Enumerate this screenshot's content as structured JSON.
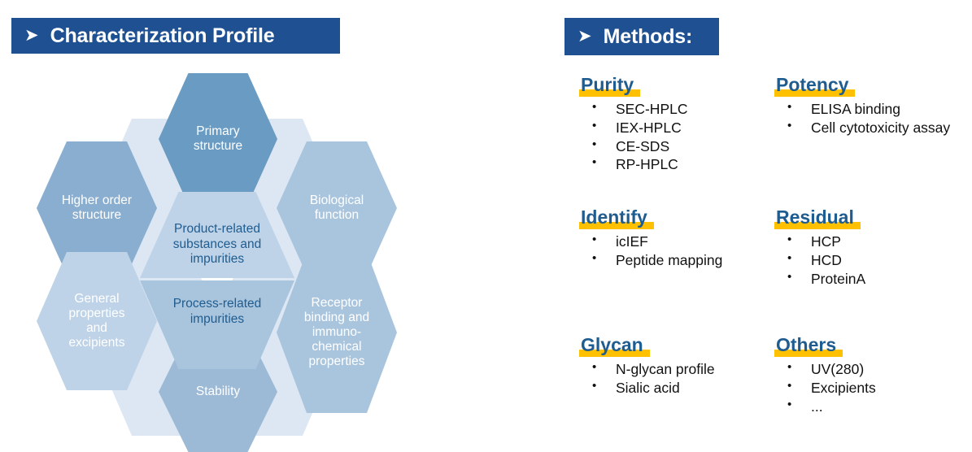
{
  "banners": {
    "profile": {
      "arrow_icon": "arrow-right-icon",
      "title": "Characterization Profile"
    },
    "methods": {
      "arrow_icon": "arrow-right-icon",
      "title": "Methods:"
    }
  },
  "colors": {
    "banner_blue": "#1f5091",
    "title_blue": "#1f5c8f",
    "highlight_yellow": "#ffc000",
    "hex_dark": "#6a9bc3",
    "hex_mid": "#8fb4d4",
    "hex_light": "#a9c5de",
    "hex_lighter": "#bed3e7",
    "hex_filler": "#dde7f3"
  },
  "diagram": {
    "name": "characterization-profile-hexagons",
    "outer_hexagons": [
      {
        "id": "primary-structure",
        "label": "Primary\nstructure",
        "shade": "dark"
      },
      {
        "id": "higher-order-structure",
        "label": "Higher order\nstructure",
        "shade": "dark"
      },
      {
        "id": "biological-function",
        "label": "Biological\nfunction",
        "shade": "light"
      },
      {
        "id": "general-properties",
        "label": "General\nproperties\nand\nexcipients",
        "shade": "lighter"
      },
      {
        "id": "receptor-binding",
        "label": "Receptor\nbinding and\nimmuno-\nchemical\nproperties",
        "shade": "light"
      },
      {
        "id": "stability",
        "label": "Stability",
        "shade": "mid"
      }
    ],
    "center_hexagon": {
      "top_label": "Product-related\nsubstances and\nimpurities",
      "bottom_label": "Process-related\nimpurities"
    }
  },
  "methods": [
    {
      "id": "purity",
      "title": "Purity",
      "items": [
        "SEC-HPLC",
        "IEX-HPLC",
        "CE-SDS",
        "RP-HPLC"
      ]
    },
    {
      "id": "potency",
      "title": "Potency",
      "items": [
        "ELISA binding",
        "Cell cytotoxicity assay"
      ]
    },
    {
      "id": "identify",
      "title": "Identify",
      "items": [
        "icIEF",
        "Peptide mapping"
      ]
    },
    {
      "id": "residual",
      "title": "Residual",
      "items": [
        "HCP",
        "HCD",
        "ProteinA"
      ]
    },
    {
      "id": "glycan",
      "title": "Glycan",
      "items": [
        "N-glycan profile",
        "Sialic acid"
      ]
    },
    {
      "id": "others",
      "title": "Others",
      "items": [
        "UV(280)",
        "Excipients",
        "..."
      ]
    }
  ]
}
